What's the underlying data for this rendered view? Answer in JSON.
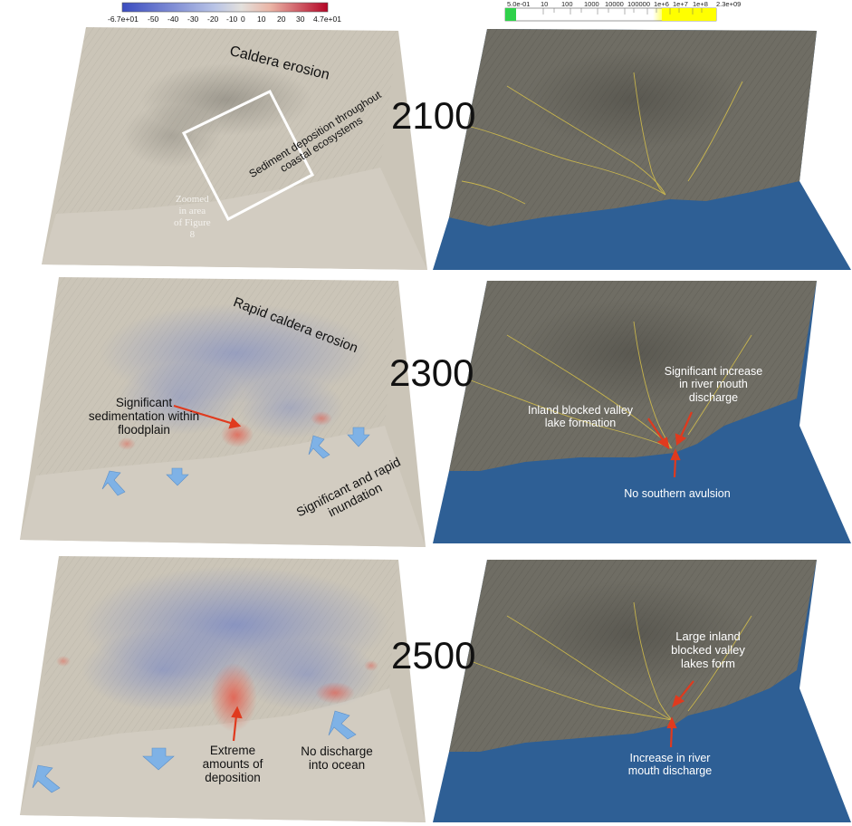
{
  "colorbar_left": {
    "min_label": "-6.7e+01",
    "ticks": [
      "-50",
      "-40",
      "-30",
      "-20",
      "-10",
      "0",
      "10",
      "20",
      "30"
    ],
    "max_label": "4.7e+01",
    "colors": {
      "low": "#3b4cc0",
      "mid": "#dddddd",
      "high": "#b40426"
    }
  },
  "colorbar_right": {
    "min_label": "5.0e-01",
    "ticks": [
      "10",
      "100",
      "1000",
      "10000",
      "100000",
      "1e+6",
      "1e+7",
      "1e+8"
    ],
    "max_label": "2.3e+09",
    "colors": {
      "low": "#00cc33",
      "high": "#ffff00"
    }
  },
  "years": [
    "2100",
    "2300",
    "2500"
  ],
  "panel_2100": {
    "left": {
      "caldera_label": "Caldera erosion",
      "sediment_label_line1": "Sediment deposition throughout",
      "sediment_label_line2": "coastal ecosystems",
      "zoom_label_line1": "Zoomed",
      "zoom_label_line2": "in area",
      "zoom_label_line3": "of Figure",
      "zoom_label_line4": "8"
    }
  },
  "panel_2300": {
    "left": {
      "caldera_label": "Rapid caldera erosion",
      "sedimentation_line1": "Significant",
      "sedimentation_line2": "sedimentation within",
      "sedimentation_line3": "floodplain",
      "inundation_line1": "Significant and rapid",
      "inundation_line2": "inundation"
    },
    "right": {
      "lake_line1": "Inland blocked valley",
      "lake_line2": "lake formation",
      "discharge_line1": "Significant increase",
      "discharge_line2": "in river mouth",
      "discharge_line3": "discharge",
      "avulsion": "No southern avulsion"
    }
  },
  "panel_2500": {
    "left": {
      "deposition_line1": "Extreme",
      "deposition_line2": "amounts of",
      "deposition_line3": "deposition",
      "no_discharge_line1": "No discharge",
      "no_discharge_line2": "into ocean"
    },
    "right": {
      "lakes_line1": "Large inland",
      "lakes_line2": "blocked valley",
      "lakes_line3": "lakes form",
      "increase_line1": "Increase in river",
      "increase_line2": "mouth discharge"
    }
  },
  "colors": {
    "terrain_left": "#c9c3b6",
    "terrain_right": "#6d6b62",
    "ocean": "#2d5d93",
    "river": "#d8c24a",
    "annotation_arrow": "#e03a1e",
    "inundation_arrow": "#7fb2e6"
  }
}
